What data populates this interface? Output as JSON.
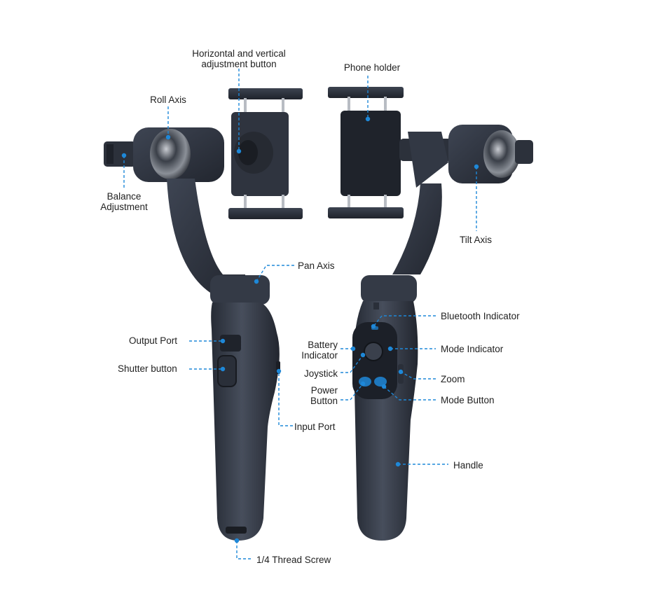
{
  "colors": {
    "callout": "#1e88d8",
    "body": "#3b4250",
    "body_dark": "#262b35",
    "text": "#222222"
  },
  "labels": {
    "horizontal_vertical_button": [
      "Horizontal and vertical",
      "adjustment button"
    ],
    "phone_holder": "Phone holder",
    "roll_axis": "Roll Axis",
    "balance_adjustment": [
      "Balance",
      "Adjustment"
    ],
    "tilt_axis": "Tilt Axis",
    "pan_axis": "Pan Axis",
    "bluetooth_indicator": "Bluetooth Indicator",
    "battery_indicator": [
      "Battery",
      "Indicator"
    ],
    "mode_indicator": "Mode Indicator",
    "output_port": "Output Port",
    "joystick": "Joystick",
    "shutter_button": "Shutter button",
    "zoom": "Zoom",
    "power_button": [
      "Power",
      "Button"
    ],
    "mode_button": "Mode Button",
    "input_port": "Input Port",
    "handle": "Handle",
    "thread_screw": "1/4 Thread Screw"
  }
}
